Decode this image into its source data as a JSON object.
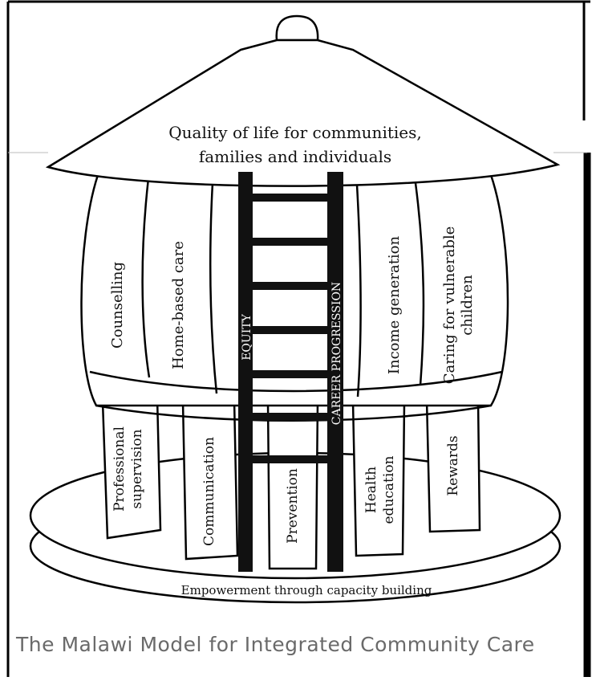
{
  "roof": {
    "text_lines": [
      "Quality of life for communities,",
      "families and individuals"
    ]
  },
  "walls": {
    "counselling": "Counselling",
    "home_based_care": "Home-based care",
    "income_generation": "Income generation",
    "caring_vulnerable_children": [
      "Caring for vulnerable",
      "children"
    ]
  },
  "ladder": {
    "left_rail": "EQUITY",
    "right_rail": "CAREER PROGRESSION"
  },
  "legs": {
    "professional_supervision": [
      "Professional",
      "supervision"
    ],
    "communication": "Communication",
    "prevention": "Prevention",
    "health_education": [
      "Health",
      "education"
    ],
    "rewards": "Rewards"
  },
  "base": {
    "text": "Empowerment through capacity building"
  },
  "caption": "The Malawi Model for Integrated Community Care",
  "colors": {
    "ink": "#111111",
    "caption": "#6a6a6a",
    "frame": "#000000"
  }
}
